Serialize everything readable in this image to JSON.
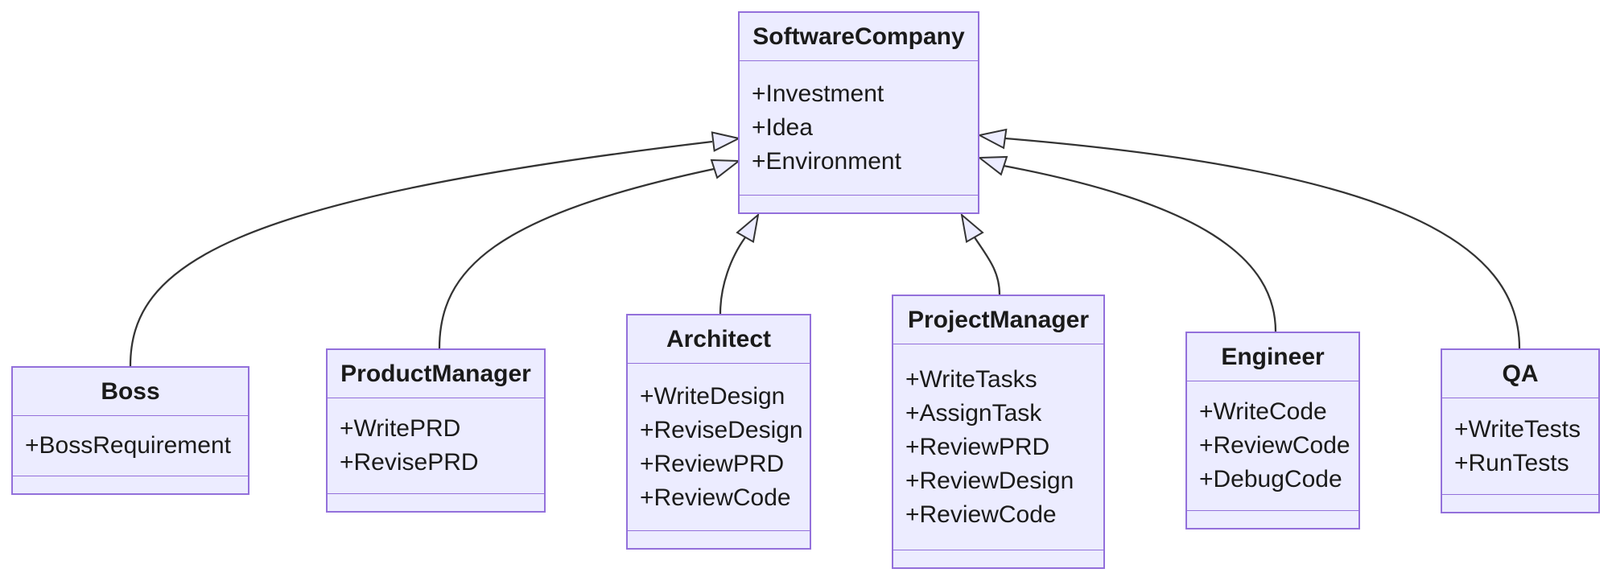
{
  "diagram": {
    "type": "uml-class-diagram",
    "colors": {
      "node_fill": "#ECECFF",
      "node_border": "#9370DB",
      "edge_stroke": "#333333",
      "text": "#1a1a1a",
      "background": "#ffffff"
    },
    "classes": [
      {
        "name": "SoftwareCompany",
        "members": [
          "+Investment",
          "+Idea",
          "+Environment"
        ]
      },
      {
        "name": "Boss",
        "members": [
          "+BossRequirement"
        ]
      },
      {
        "name": "ProductManager",
        "members": [
          "+WritePRD",
          "+RevisePRD"
        ]
      },
      {
        "name": "Architect",
        "members": [
          "+WriteDesign",
          "+ReviseDesign",
          "+ReviewPRD",
          "+ReviewCode"
        ]
      },
      {
        "name": "ProjectManager",
        "members": [
          "+WriteTasks",
          "+AssignTask",
          "+ReviewPRD",
          "+ReviewDesign",
          "+ReviewCode"
        ]
      },
      {
        "name": "Engineer",
        "members": [
          "+WriteCode",
          "+ReviewCode",
          "+DebugCode"
        ]
      },
      {
        "name": "QA",
        "members": [
          "+WriteTests",
          "+RunTests"
        ]
      }
    ],
    "relations": [
      {
        "from": "Boss",
        "to": "SoftwareCompany",
        "type": "inheritance"
      },
      {
        "from": "ProductManager",
        "to": "SoftwareCompany",
        "type": "inheritance"
      },
      {
        "from": "Architect",
        "to": "SoftwareCompany",
        "type": "inheritance"
      },
      {
        "from": "ProjectManager",
        "to": "SoftwareCompany",
        "type": "inheritance"
      },
      {
        "from": "Engineer",
        "to": "SoftwareCompany",
        "type": "inheritance"
      },
      {
        "from": "QA",
        "to": "SoftwareCompany",
        "type": "inheritance"
      }
    ]
  }
}
